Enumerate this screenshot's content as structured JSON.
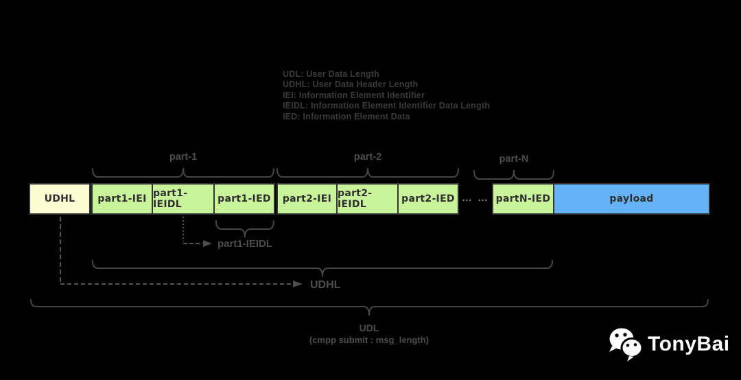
{
  "legend": {
    "lines": [
      "UDL: User Data Length",
      "UDHL: User Data Header Length",
      "IEI: Information Element Identifier",
      "IEIDL: Information Element Identifier Data Length",
      "IED: Information Element Data"
    ]
  },
  "diagram": {
    "cells": [
      {
        "label": "UDHL",
        "role": "header-length-field"
      },
      {
        "label": "part1-IEI"
      },
      {
        "label": "part1-IEIDL"
      },
      {
        "label": "part1-IED"
      },
      {
        "label": "part2-IEI"
      },
      {
        "label": "part2-IEIDL"
      },
      {
        "label": "part2-IED"
      },
      {
        "label": "partN-IED"
      },
      {
        "label": "payload"
      }
    ],
    "ellipsis": "… …",
    "braces_top": [
      {
        "label": "part-1"
      },
      {
        "label": "part-2"
      },
      {
        "label": "part-N"
      }
    ],
    "annotations": {
      "ieidl_label": "part1-IEIDL",
      "udhl_label": "UDHL",
      "udl_label": "UDL",
      "udl_sublabel": "(cmpp submit : msg_length)"
    }
  },
  "branding": {
    "name": "TonyBai",
    "logo": "wechat-icon"
  },
  "colors": {
    "background": "#000000",
    "header_fill": "#fcfcd2",
    "element_fill": "#c9f49b",
    "payload_fill": "#66b2f7",
    "cell_border": "#333333",
    "cell_text": "#2e2e2e",
    "brace_stroke": "#464646",
    "annotation_gray": "#4d4d4d",
    "legend_gray": "#3b3b3b",
    "brand_white": "#ffffff"
  }
}
